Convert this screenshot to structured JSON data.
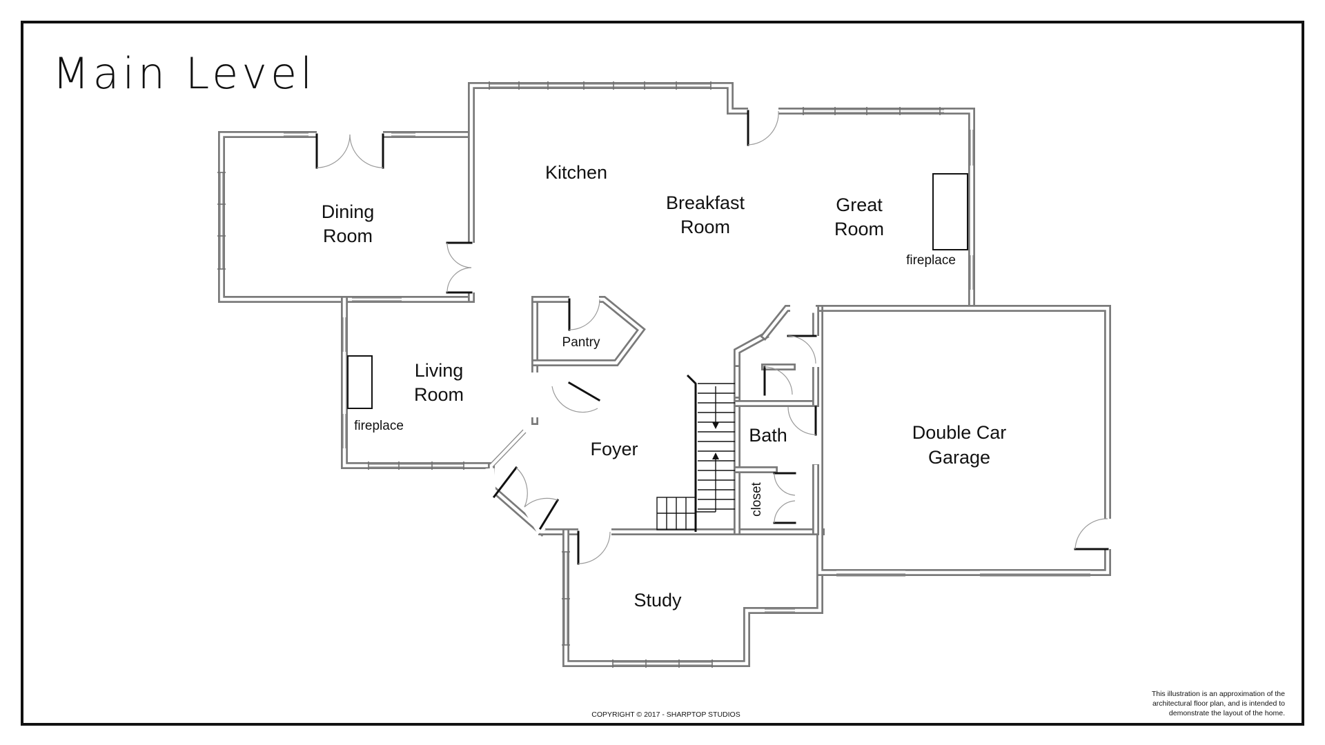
{
  "title": "Main Level",
  "rooms": {
    "kitchen": "Kitchen",
    "breakfast": [
      "Breakfast",
      "Room"
    ],
    "great": [
      "Great",
      "Room"
    ],
    "dining": [
      "Dining",
      "Room"
    ],
    "living": [
      "Living",
      "Room"
    ],
    "pantry": "Pantry",
    "foyer": "Foyer",
    "bath": "Bath",
    "closet": "closet",
    "garage": [
      "Double Car",
      "Garage"
    ],
    "study": "Study"
  },
  "labels": {
    "fireplace_great": "fireplace",
    "fireplace_living": "fireplace"
  },
  "copyright": "COPYRIGHT © 2017 - SHARPTOP STUDIOS",
  "disclaimer": [
    "This illustration is an approximation of the",
    "architectural floor plan, and is intended to",
    "demonstrate the layout of the home."
  ]
}
